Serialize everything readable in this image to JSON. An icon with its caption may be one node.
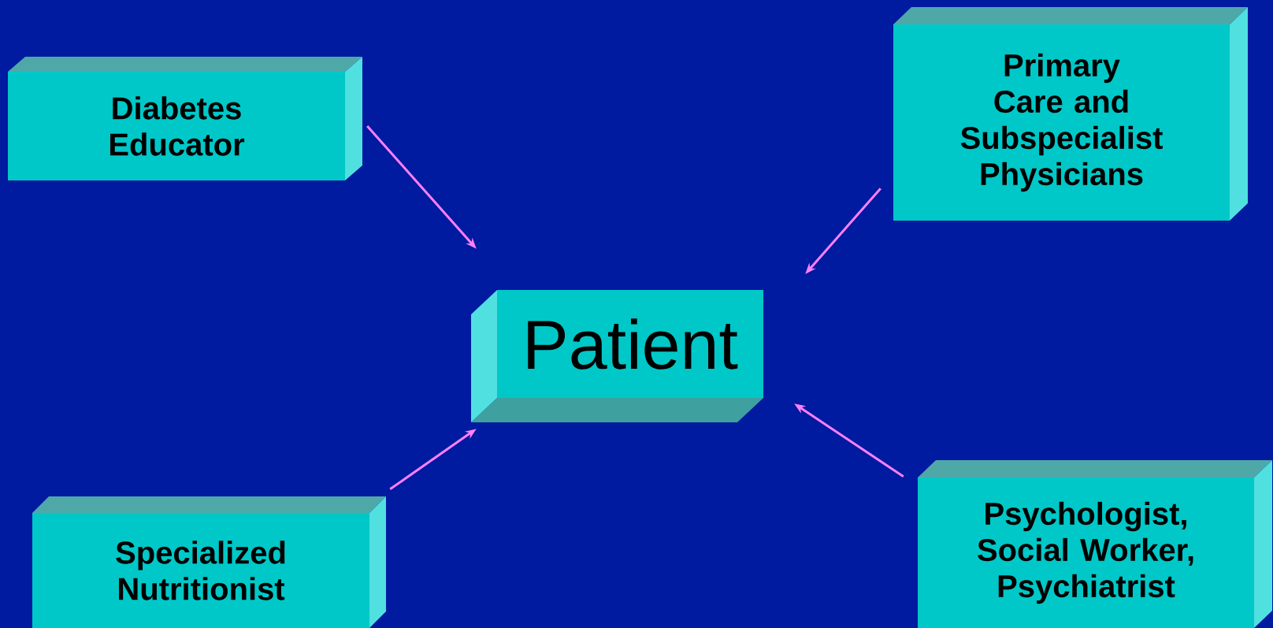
{
  "diagram": {
    "nodes": [
      {
        "text": [
          "Diabetes Educator"
        ]
      },
      {
        "text": [
          "Primary Care and Subspecialist Physicians"
        ]
      },
      {
        "text": [
          "Patient"
        ]
      },
      {
        "text": [
          "Specialized Nutritionist"
        ]
      },
      {
        "text": [
          "Psychologist, Social Worker, Psychiatrist"
        ]
      }
    ],
    "edges": [
      {
        "from": 0,
        "to": 2,
        "arrow": "to"
      },
      {
        "from": 1,
        "to": 2,
        "arrow": "to"
      },
      {
        "from": 3,
        "to": 2,
        "arrow": "to"
      },
      {
        "from": 4,
        "to": 2,
        "arrow": "to"
      }
    ]
  }
}
